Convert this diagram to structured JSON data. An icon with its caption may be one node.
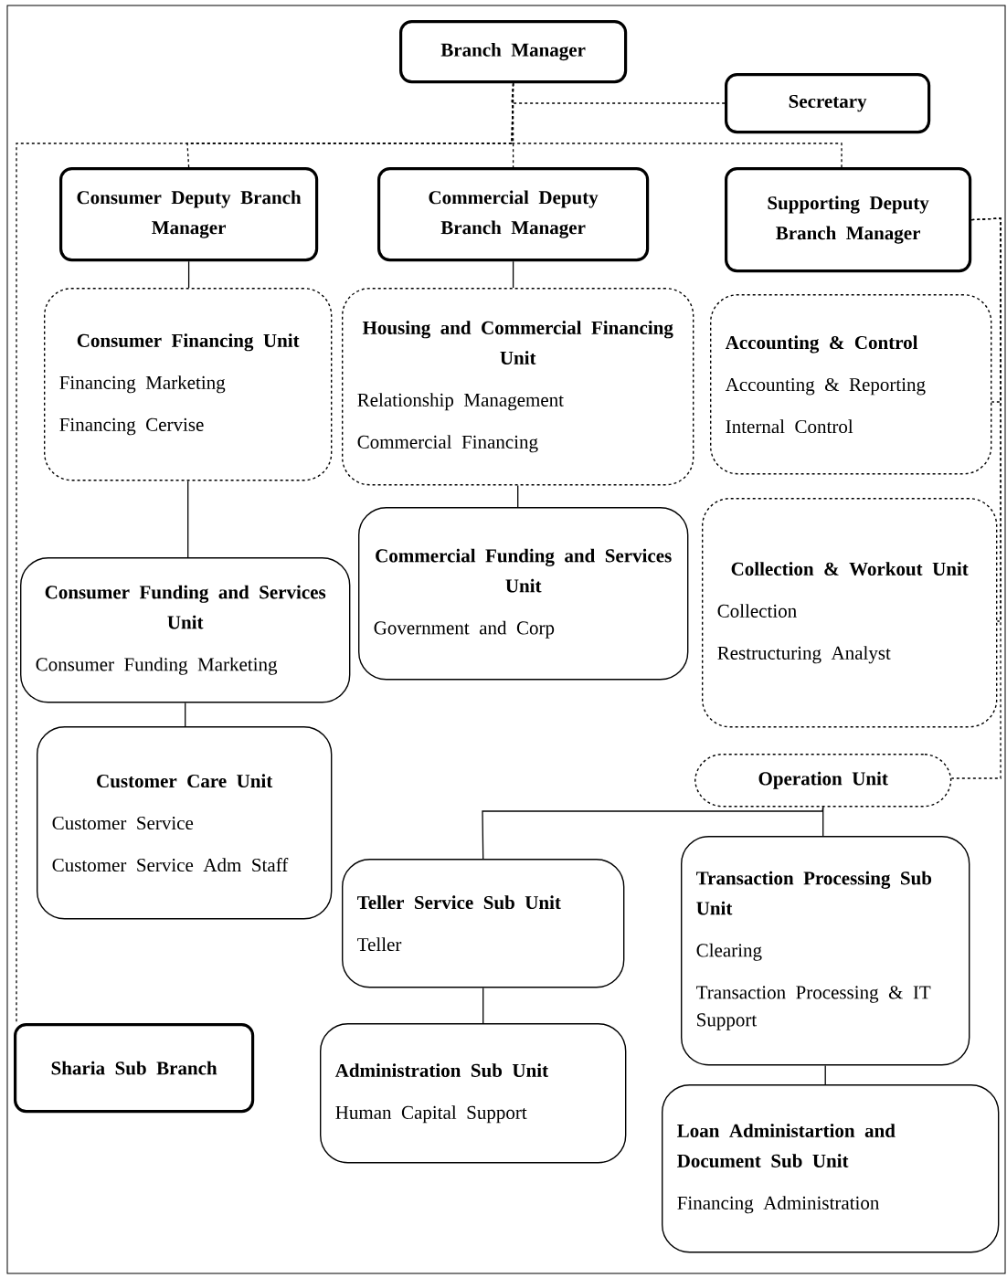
{
  "diagram": {
    "nodes": [
      {
        "text": [
          "Branch Manager"
        ]
      },
      {
        "text": [
          "Secretary"
        ]
      },
      {
        "text": [
          "Consumer Deputy Branch Manager"
        ]
      },
      {
        "text": [
          "Commercial Deputy Branch Manager"
        ]
      },
      {
        "text": [
          "Supporting Deputy Branch Manager"
        ]
      },
      {
        "text": [
          "Consumer Financing Unit",
          "Financing Marketing",
          "Financing Cervise"
        ]
      },
      {
        "text": [
          "Housing and Commercial Financing Unit",
          "Relationship Management",
          "Commercial Financing"
        ]
      },
      {
        "text": [
          "Accounting & Control",
          "Accounting & Reporting",
          "Internal Control"
        ]
      },
      {
        "text": [
          "Consumer Funding and Services Unit",
          "Consumer Funding Marketing"
        ]
      },
      {
        "text": [
          "Commercial Funding and Services Unit",
          "Government and Corp"
        ]
      },
      {
        "text": [
          "Collection & Workout Unit",
          "Collection",
          "Restructuring Analyst"
        ]
      },
      {
        "text": [
          "Customer Care Unit",
          "Customer Service",
          "Customer Service Adm Staff"
        ]
      },
      {
        "text": [
          "Operation Unit"
        ]
      },
      {
        "text": [
          "Teller Service Sub Unit",
          "Teller"
        ]
      },
      {
        "text": [
          "Transaction Processing Sub Unit",
          "Clearing",
          "Transaction Processing & IT Support"
        ]
      },
      {
        "text": [
          "Sharia Sub Branch"
        ]
      },
      {
        "text": [
          "Administration Sub Unit",
          "Human Capital Support"
        ]
      },
      {
        "text": [
          "Loan Administartion and Document Sub Unit",
          "Financing Administration"
        ]
      }
    ],
    "edges": [
      {
        "from": 0,
        "to": 1,
        "arrow": "none",
        "style": "dashed"
      },
      {
        "from": 0,
        "to": 2,
        "arrow": "none",
        "style": "dashed"
      },
      {
        "from": 0,
        "to": 3,
        "arrow": "none",
        "style": "dashed"
      },
      {
        "from": 0,
        "to": 4,
        "arrow": "none",
        "style": "dashed"
      },
      {
        "from": 0,
        "to": 15,
        "arrow": "none",
        "style": "dashed"
      },
      {
        "from": 4,
        "to": 7,
        "arrow": "none",
        "style": "dashed"
      },
      {
        "from": 4,
        "to": 10,
        "arrow": "none",
        "style": "dashed"
      },
      {
        "from": 4,
        "to": 12,
        "arrow": "none",
        "style": "dashed"
      },
      {
        "from": 2,
        "to": 5,
        "arrow": "none"
      },
      {
        "from": 5,
        "to": 8,
        "arrow": "none"
      },
      {
        "from": 8,
        "to": 11,
        "arrow": "none"
      },
      {
        "from": 3,
        "to": 6,
        "arrow": "none"
      },
      {
        "from": 6,
        "to": 9,
        "arrow": "none"
      },
      {
        "from": 12,
        "to": 13,
        "arrow": "none"
      },
      {
        "from": 12,
        "to": 14,
        "arrow": "none"
      },
      {
        "from": 13,
        "to": 16,
        "arrow": "none"
      },
      {
        "from": 14,
        "to": 17,
        "arrow": "none"
      }
    ]
  }
}
